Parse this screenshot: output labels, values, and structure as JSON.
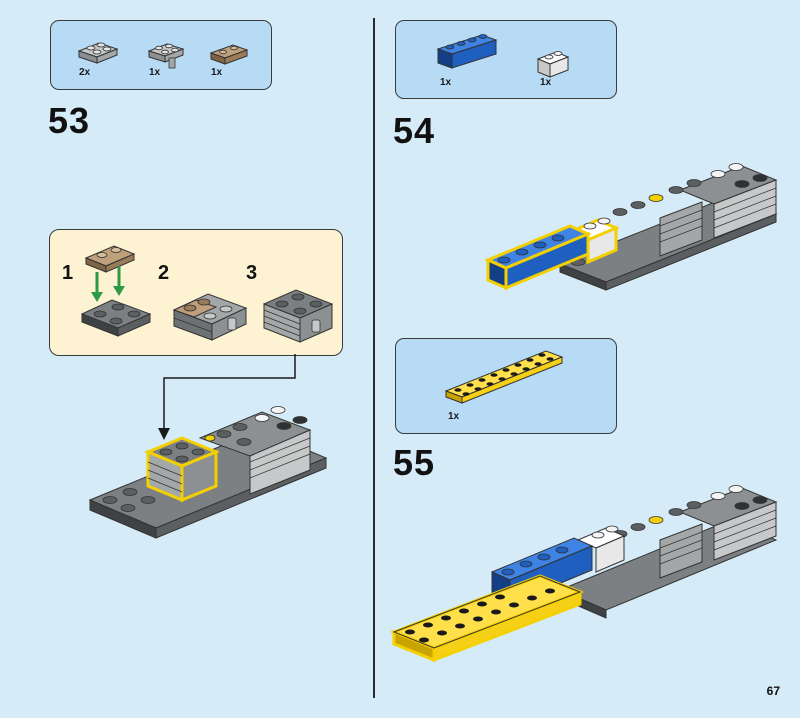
{
  "page_number": "67",
  "steps": {
    "s53": {
      "number": "53",
      "parts": [
        {
          "qty": "2x",
          "color": "#a4a7a8",
          "kind": "plate-2x2"
        },
        {
          "qty": "1x",
          "color": "#a4a7a8",
          "kind": "plate-2x2-pin"
        },
        {
          "qty": "1x",
          "color": "#9a7c5a",
          "kind": "plate-1x2"
        }
      ],
      "substeps": [
        {
          "number": "1"
        },
        {
          "number": "2"
        },
        {
          "number": "3"
        }
      ]
    },
    "s54": {
      "number": "54",
      "parts": [
        {
          "qty": "1x",
          "color": "#1f5fbf",
          "kind": "brick-1x4"
        },
        {
          "qty": "1x",
          "color": "#f4f4f4",
          "kind": "brick-1x2"
        }
      ]
    },
    "s55": {
      "number": "55",
      "parts": [
        {
          "qty": "1x",
          "color": "#f6cf17",
          "kind": "plate-2x8"
        }
      ]
    }
  },
  "colors": {
    "background": "#d6ebf8",
    "parts_box": "#b7dbf5",
    "sub_box": "#fdf3d3",
    "highlight": "#f5d000",
    "arrow_green": "#2e9a45",
    "dark_gray": "#5c5f61",
    "light_gray": "#a4a7a8",
    "blue": "#1f5fbf",
    "yellow": "#f6cf17",
    "tan": "#9a7c5a"
  }
}
